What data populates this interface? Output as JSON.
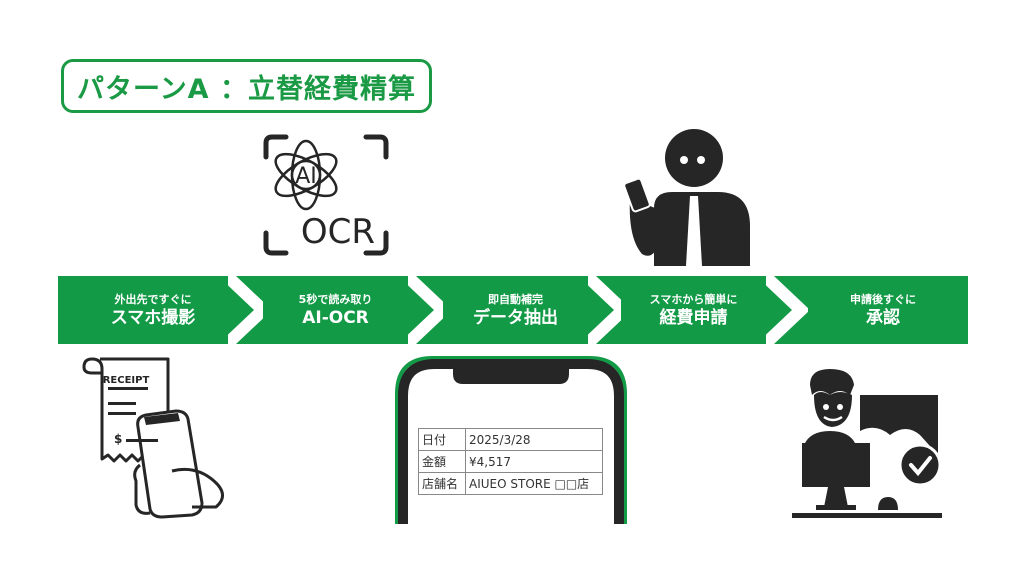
{
  "title": "パターンA ：立替経費精算",
  "steps": [
    {
      "sub": "外出先ですぐに",
      "main": "スマホ撮影"
    },
    {
      "sub": "5秒で読み取り",
      "main": "AI-OCR"
    },
    {
      "sub": "即自動補完",
      "main": "データ抽出"
    },
    {
      "sub": "スマホから簡単に",
      "main": "経費申請"
    },
    {
      "sub": "申請後すぐに",
      "main": "承認"
    }
  ],
  "ocr_icon": {
    "top": "AI",
    "bottom": "OCR"
  },
  "receipt_icon": {
    "label": "RECEIPT",
    "currency": "$"
  },
  "phone_table": {
    "rows": [
      {
        "label": "日付",
        "value": "2025/3/28"
      },
      {
        "label": "金額",
        "value": "¥4,517"
      },
      {
        "label": "店舗名",
        "value": "AIUEO STORE □□店"
      }
    ]
  },
  "colors": {
    "accent": "#139a47",
    "icon": "#262626"
  }
}
